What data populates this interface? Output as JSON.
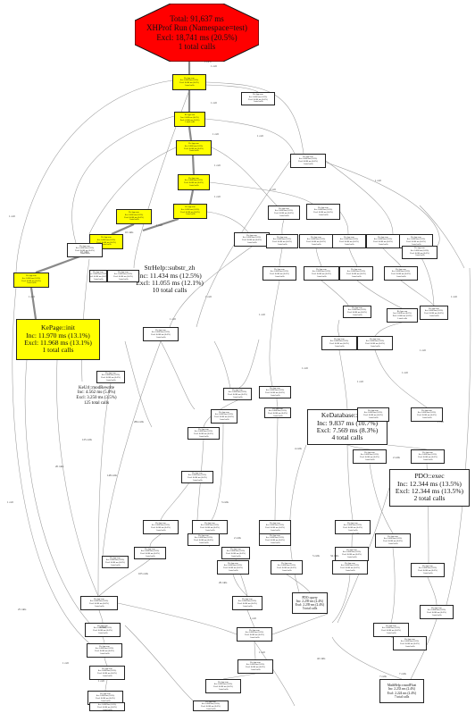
{
  "colors": {
    "root_fill": "#ff0000",
    "hot_fill": "#ffff00",
    "node_fill": "#ffffff",
    "edge": "#9a9a9a",
    "hot_edge": "#8a8a8a"
  },
  "root": {
    "line1": "Total: 91,637 ms",
    "line2": "XHProf Run (Namespace=test)",
    "line3": "Excl: 18,741 ms (20.5%)",
    "line4": "1 total calls"
  },
  "big_nodes": {
    "kepage_init": {
      "l1": "KePage::init",
      "l2": "Inc: 11.970 ms (13.1%)",
      "l3": "Excl: 11.968 ms (13.1%)",
      "l4": "1 total calls"
    },
    "strhelp": {
      "l1": "StrHelp::substr_zh",
      "l2": "Inc: 11.434 ms (12.5%)",
      "l3": "Excl: 11.055 ms (12.1%)",
      "l4": "10 total calls"
    },
    "kedatabase": {
      "l1": "KeDatabase::query",
      "l2": "Inc: 9.837 ms (10.7%)",
      "l3": "Excl: 7.569 ms (8.3%)",
      "l4": "4 total calls"
    },
    "pdo_exec": {
      "l1": "PDO::exec",
      "l2": "Inc: 12.344 ms (13.5%)",
      "l3": "Excl: 12.344 ms (13.5%)",
      "l4": "2 total calls"
    }
  },
  "mid_nodes": {
    "keurl": {
      "l1": "KeUrl::modRewrite",
      "l2": "Inc: 4.562 ms (5.0%)",
      "l3": "Excl: 3.250 ms (3.5%)",
      "l4": "125 total calls"
    },
    "pdo_query": {
      "l1": "PDO::query",
      "l2": "Inc: 2.239 ms (2.4%)",
      "l3": "Excl: 2.239 ms (2.4%)",
      "l4": "5 total calls"
    },
    "mathhelp": {
      "l1": "MathHelp::roundFloat",
      "l2": "Inc: 2.233 ms (2.4%)",
      "l3": "Excl: 2.224 ms (2.4%)",
      "l4": "7 total calls"
    }
  },
  "labels": {
    "calls1": "1 call",
    "calls2": "2 calls",
    "calls3": "3 calls",
    "calls5": "5 calls",
    "calls7": "7 calls",
    "calls10": "10 calls",
    "calls20": "20 calls",
    "calls25": "25 calls",
    "calls125": "125 calls",
    "calls148": "148 calls",
    "calls284": "284 calls",
    "calls105": "105 calls",
    "calls4": "4 calls",
    "calls34": "34 calls",
    "calls29": "29 calls",
    "calls42": "42 calls",
    "pct": "11.9%"
  },
  "tiny": {
    "l1": "KeApp::run",
    "l2": "Inc: 0.000 ms (0.0%)",
    "l3": "Excl: 0.000 ms (0.0%)",
    "l4": "1 total calls"
  }
}
